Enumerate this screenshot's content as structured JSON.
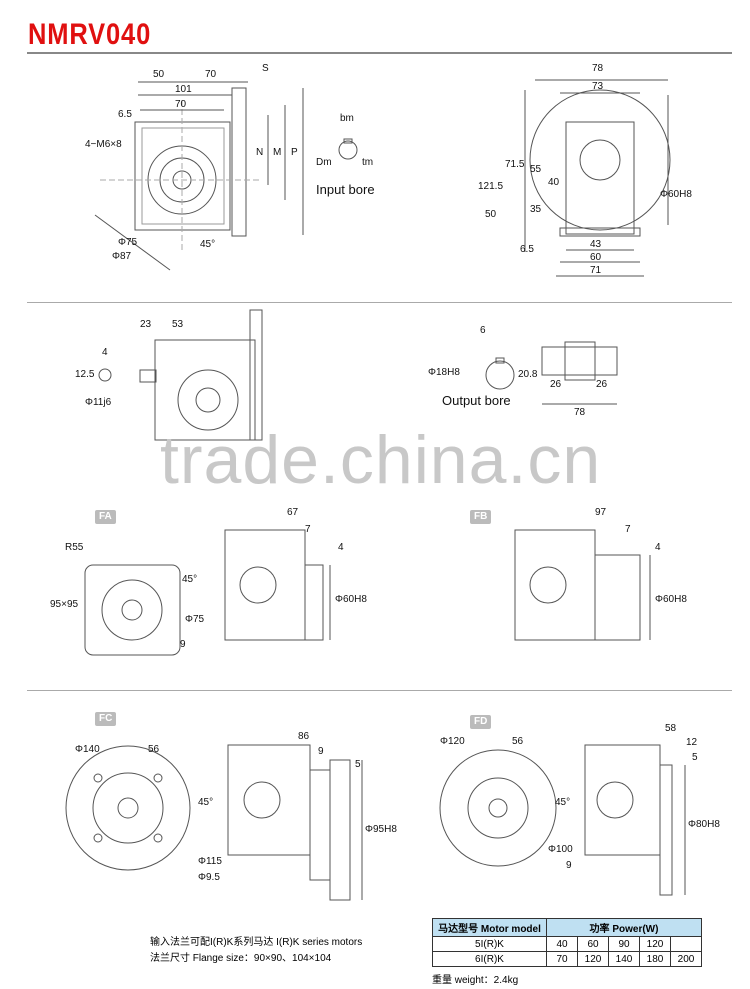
{
  "title": "NMRV040",
  "watermark": "trade.china.cn",
  "top_left": {
    "d50": "50",
    "d70a": "70",
    "d101": "101",
    "d70b": "70",
    "s": "S",
    "d65": "6.5",
    "m6": "4−M6×8",
    "n": "N",
    "m": "M",
    "p": "P",
    "d75": "Φ75",
    "d87": "Φ87",
    "a45": "45°"
  },
  "input_bore": {
    "bm": "bm",
    "dm": "Dm",
    "tm": "tm",
    "label": "Input bore"
  },
  "top_right": {
    "d78": "78",
    "d73": "73",
    "d1215": "121.5",
    "d715": "71.5",
    "d55": "55",
    "d40": "40",
    "d50": "50",
    "d35": "35",
    "d65": "6.5",
    "d43": "43",
    "d60": "60",
    "d71": "71",
    "phi60": "Φ60H8"
  },
  "shaft": {
    "d23": "23",
    "d53": "53",
    "d4": "4",
    "d125": "12.5",
    "phi11": "Φ11j6"
  },
  "output_bore": {
    "d6": "6",
    "phi18": "Φ18H8",
    "d208": "20.8",
    "d26a": "26",
    "d26b": "26",
    "d78": "78",
    "label": "Output bore"
  },
  "fa": {
    "badge": "FA",
    "r55": "R55",
    "sq": "95×95",
    "a45": "45°",
    "phi75": "Φ75",
    "d9": "9",
    "d67": "67",
    "d7": "7",
    "d4": "4",
    "phi60": "Φ60H8"
  },
  "fb": {
    "badge": "FB",
    "d97": "97",
    "d7": "7",
    "d4": "4",
    "phi60": "Φ60H8"
  },
  "fc": {
    "badge": "FC",
    "phi140": "Φ140",
    "d56": "56",
    "a45": "45°",
    "phi115": "Φ115",
    "phi95": "Φ9.5",
    "d86": "86",
    "d9": "9",
    "d5": "5",
    "phi95h8": "Φ95H8"
  },
  "fd": {
    "badge": "FD",
    "phi120": "Φ120",
    "d56": "56",
    "a45": "45°",
    "phi100": "Φ100",
    "d9": "9",
    "d58": "58",
    "d12": "12",
    "d5": "5",
    "phi80": "Φ80H8"
  },
  "notes": {
    "line1": "输入法兰可配I(R)K系列马达  I(R)K series motors",
    "line2": "法兰尺寸 Flange size：90×90、104×104",
    "weight": "重量 weight：2.4kg"
  },
  "motor_table": {
    "header_model": "马达型号 Motor model",
    "header_power": "功率 Power(W)",
    "rows": [
      {
        "model": "5I(R)K",
        "p": [
          "40",
          "60",
          "90",
          "120",
          ""
        ]
      },
      {
        "model": "6I(R)K",
        "p": [
          "70",
          "120",
          "140",
          "180",
          "200"
        ]
      }
    ]
  }
}
